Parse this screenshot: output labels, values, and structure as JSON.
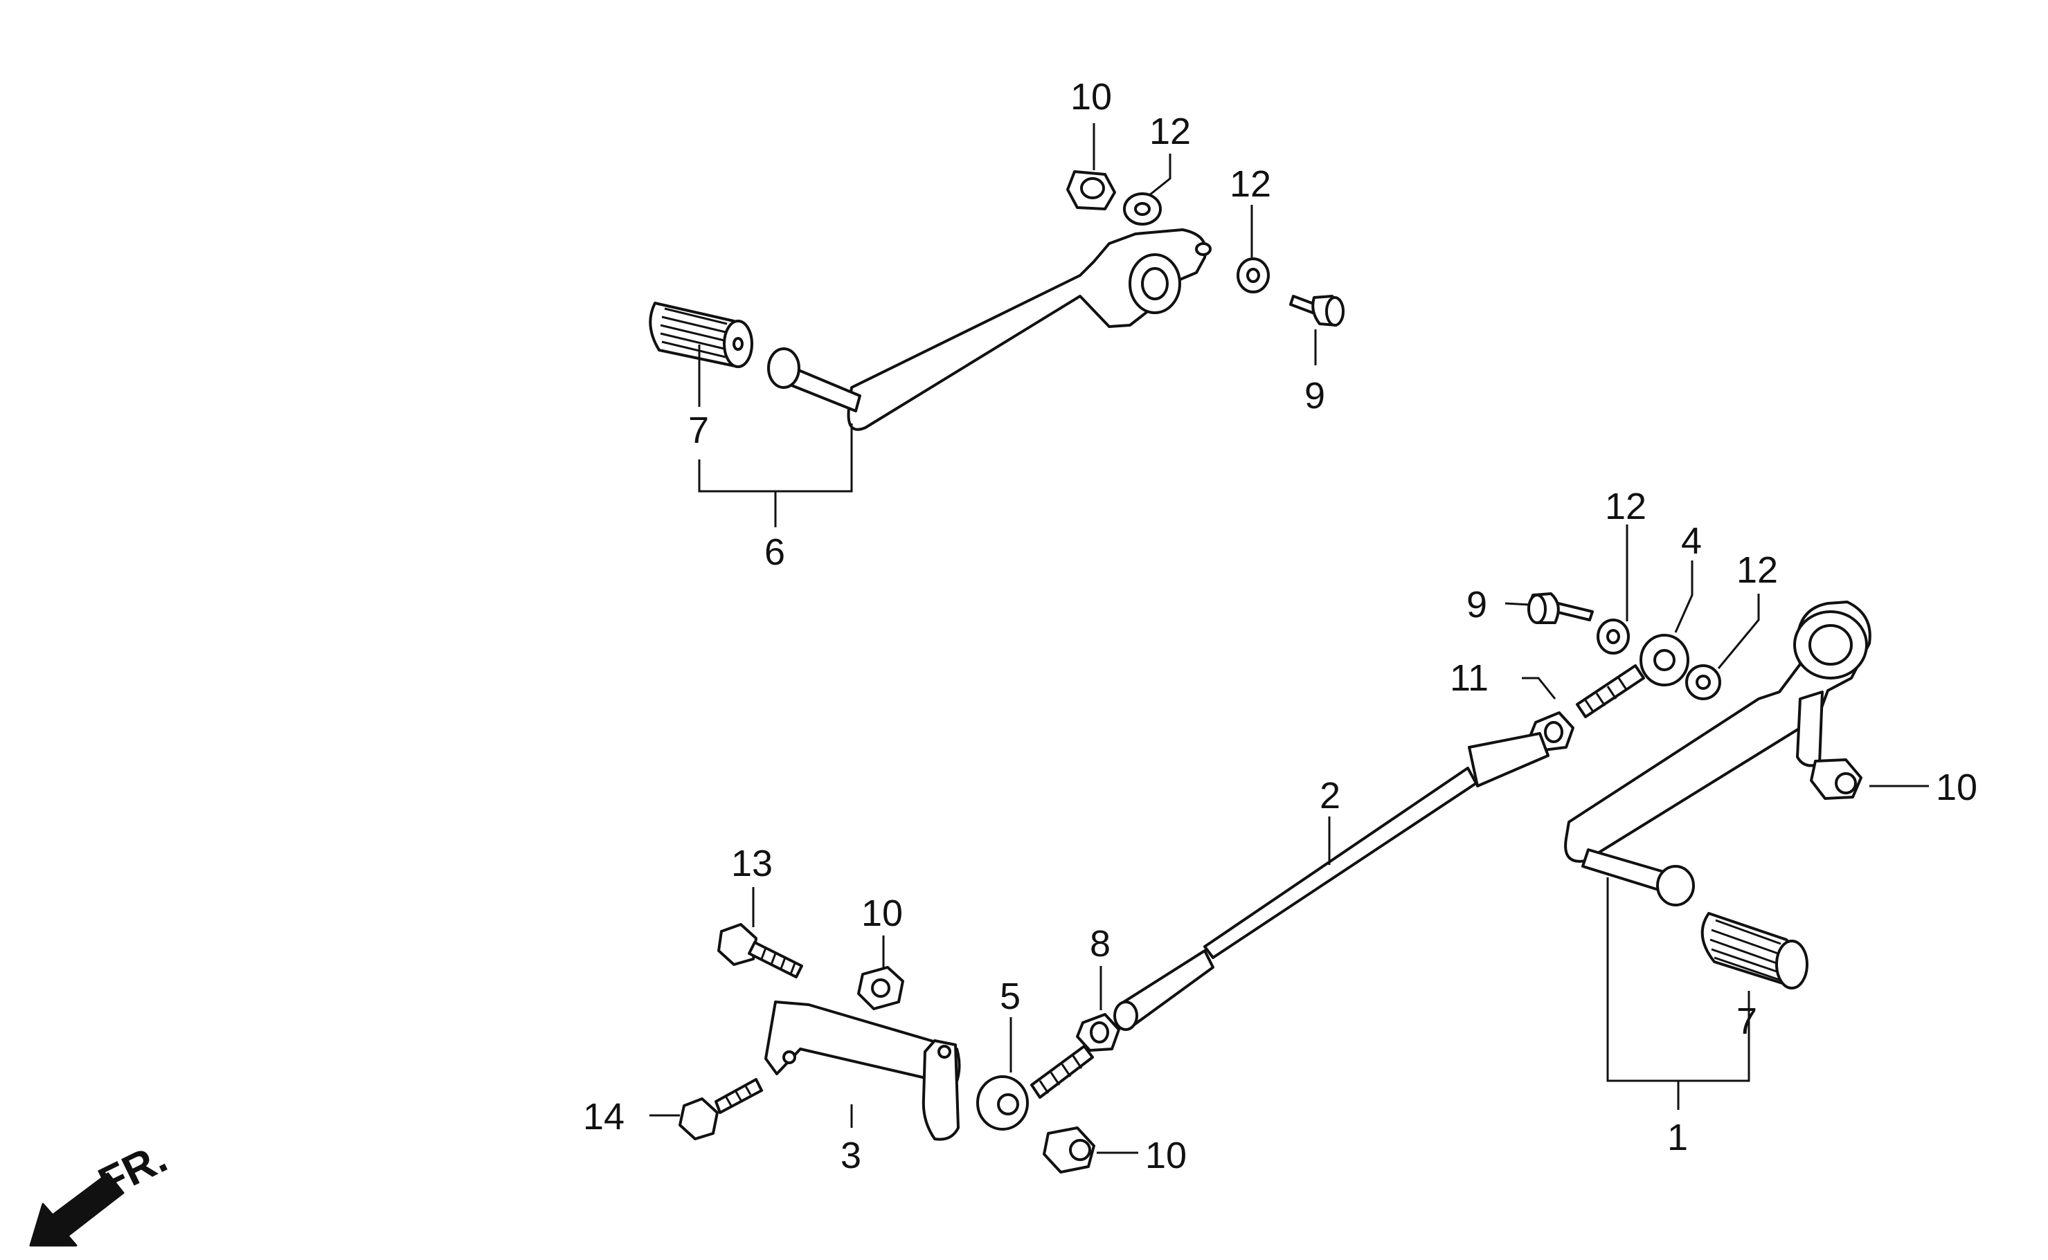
{
  "callouts": {
    "c1": "1",
    "c2": "2",
    "c3": "3",
    "c4": "4",
    "c5": "5",
    "c6": "6",
    "c7_top": "7",
    "c7_bottom": "7",
    "c8": "8",
    "c9_top": "9",
    "c9_mid": "9",
    "c10_top": "10",
    "c10_right": "10",
    "c10_mid": "10",
    "c10_bottom": "10",
    "c11": "11",
    "c12_top_a": "12",
    "c12_top_b": "12",
    "c12_mid_a": "12",
    "c12_mid_b": "12",
    "c13": "13",
    "c14": "14"
  },
  "direction_marker": {
    "label": "FR.",
    "icon": "front-direction-arrow-icon"
  },
  "colors": {
    "line": "#111111",
    "background": "#ffffff"
  }
}
